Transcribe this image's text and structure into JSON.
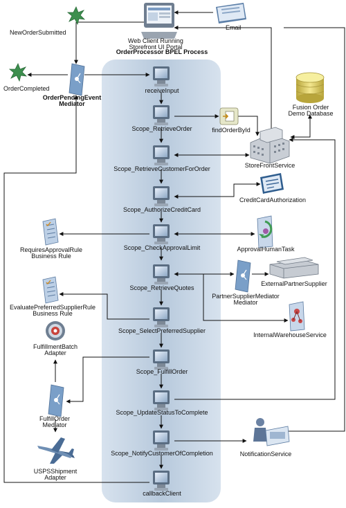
{
  "process_title": "OrderProcessor BPEL Process",
  "web_client": {
    "line1": "Web Client Running",
    "line2": "Storefront UI Portal"
  },
  "email": "Email",
  "new_order_submitted": "NewOrderSubmitted",
  "order_completed": "OrderCompleted",
  "order_pending_mediator": {
    "line1": "OrderPendingEvent",
    "line2": "Mediator"
  },
  "find_order_by_id": "findOrderById",
  "database": {
    "line1": "Fusion Order",
    "line2": "Demo Database"
  },
  "storefront_service": "StoreFrontService",
  "credit_card_authorization": "CreditCardAuthorization",
  "approval_rule": {
    "line1": "RequiresApprovalRule",
    "line2": "Business Rule"
  },
  "approval_human_task": "ApprovalHumanTask",
  "external_partner_supplier": "ExternalPartnerSupplier",
  "partner_supplier_mediator": {
    "line1": "PartnerSupplierMediator",
    "line2": "Mediator"
  },
  "preferred_supplier_rule": {
    "line1": "EvaluatePreferredSupplierRule",
    "line2": "Business Rule"
  },
  "internal_warehouse_service": "InternalWarehouseService",
  "fulfillment_batch_adapter": {
    "line1": "FulfillmentBatch",
    "line2": "Adapter"
  },
  "fulfill_order_mediator": {
    "line1": "FulfillOrder",
    "line2": "Mediator"
  },
  "usps_adapter": {
    "line1": "USPSShipment",
    "line2": "Adapter"
  },
  "notification_service": "NotificationService",
  "steps": [
    "receiveInput",
    "Scope_RetrieveOrder",
    "Scope_RetrieveCustomerForOrder",
    "Scope_AuthorizeCreditCard",
    "Scope_CheckApprovalLimit",
    "Scope_RetrieveQuotes",
    "Scope_SelectPreferredSupplier",
    "Scope_FulfillOrder",
    "Scope_UpdateStatusToComplete",
    "Scope_NotifyCustomerOfCompletion",
    "callbackClient"
  ],
  "colors": {
    "process_band": "#b7c9dc",
    "line": "#111111",
    "event_star": "#3d8f4e",
    "mediator": "#7a9fc8",
    "database": "#d8c65a"
  }
}
